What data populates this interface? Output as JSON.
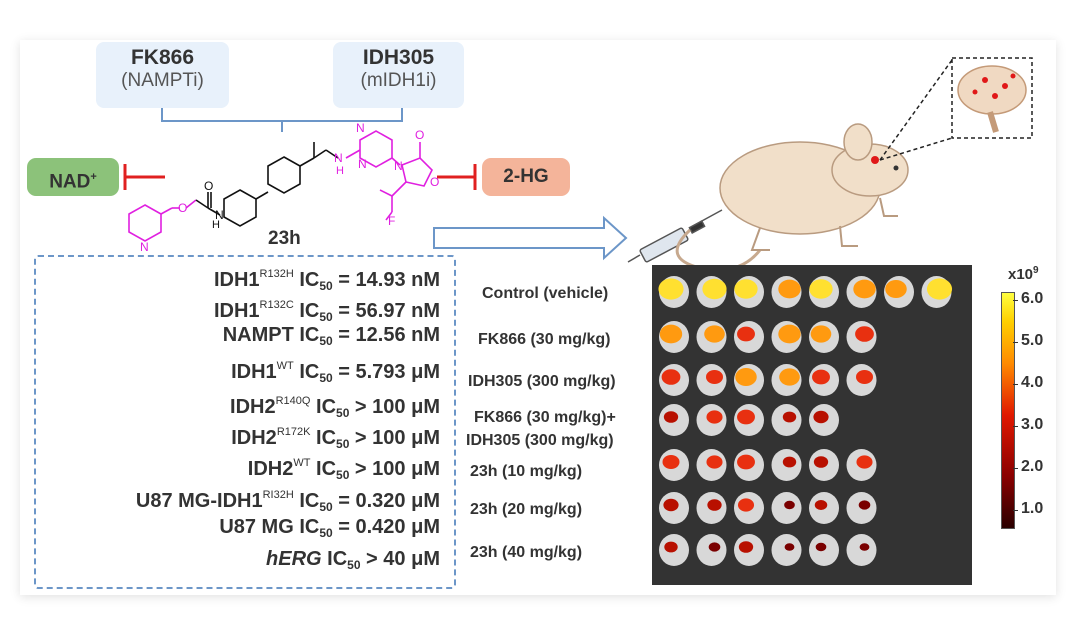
{
  "drugs": [
    {
      "name": "FK866",
      "target": "(NAMPTi)"
    },
    {
      "name": "IDH305",
      "target": "(mIDH1i)"
    }
  ],
  "inhibited": {
    "left": "NAD",
    "left_sup": "+",
    "right": "2-HG"
  },
  "compound_label": "23h",
  "activities": [
    {
      "target": "IDH1",
      "sup": "R132H",
      "sub": "50",
      "value": "= 14.93 nM"
    },
    {
      "target": "IDH1",
      "sup": "R132C",
      "sub": "50",
      "value": "= 56.97 nM"
    },
    {
      "target": "NAMPT",
      "sup": "",
      "sub": "50",
      "value": "= 12.56 nM"
    },
    {
      "target": "IDH1",
      "sup": "WT",
      "sub": "50",
      "value": "= 5.793 μM"
    },
    {
      "target": "IDH2",
      "sup": "R140Q",
      "sub": "50",
      "value": "> 100 μM"
    },
    {
      "target": "IDH2",
      "sup": "R172K",
      "sub": "50",
      "value": "> 100 μM"
    },
    {
      "target": "IDH2",
      "sup": "WT",
      "sub": "50",
      "value": "> 100 μM"
    },
    {
      "target": "U87 MG-IDH1",
      "sup": "RI32H",
      "sub": "50",
      "value": "= 0.320 μM"
    },
    {
      "target": "U87 MG",
      "sup": "",
      "sub": "50",
      "value": "= 0.420 μM"
    },
    {
      "target": "hERG",
      "sup": "",
      "sub": "50",
      "value": "> 40 μM",
      "italic": true
    }
  ],
  "ic_label": "IC",
  "treatments": [
    "Control (vehicle)",
    "FK866 (30 mg/kg)",
    "IDH305 (300 mg/kg)",
    "FK866 (30 mg/kg)+",
    "IDH305 (300 mg/kg)",
    "23h (10 mg/kg)",
    "23h (20 mg/kg)",
    "23h (40 mg/kg)"
  ],
  "colorbar": {
    "exponent_base": "x10",
    "exponent": "9",
    "ticks": [
      "6.0",
      "5.0",
      "4.0",
      "3.0",
      "2.0",
      "1.0"
    ],
    "range": [
      0.6,
      6.2
    ]
  },
  "colors": {
    "drug_box": "#e8f1fb",
    "nad_pill": "#8cc27a",
    "hg_pill": "#f4b49a",
    "bracket": "#6c96c8",
    "inhibit": "#e02020",
    "magenta": "#e020e0",
    "panel_bg": "#333333"
  }
}
